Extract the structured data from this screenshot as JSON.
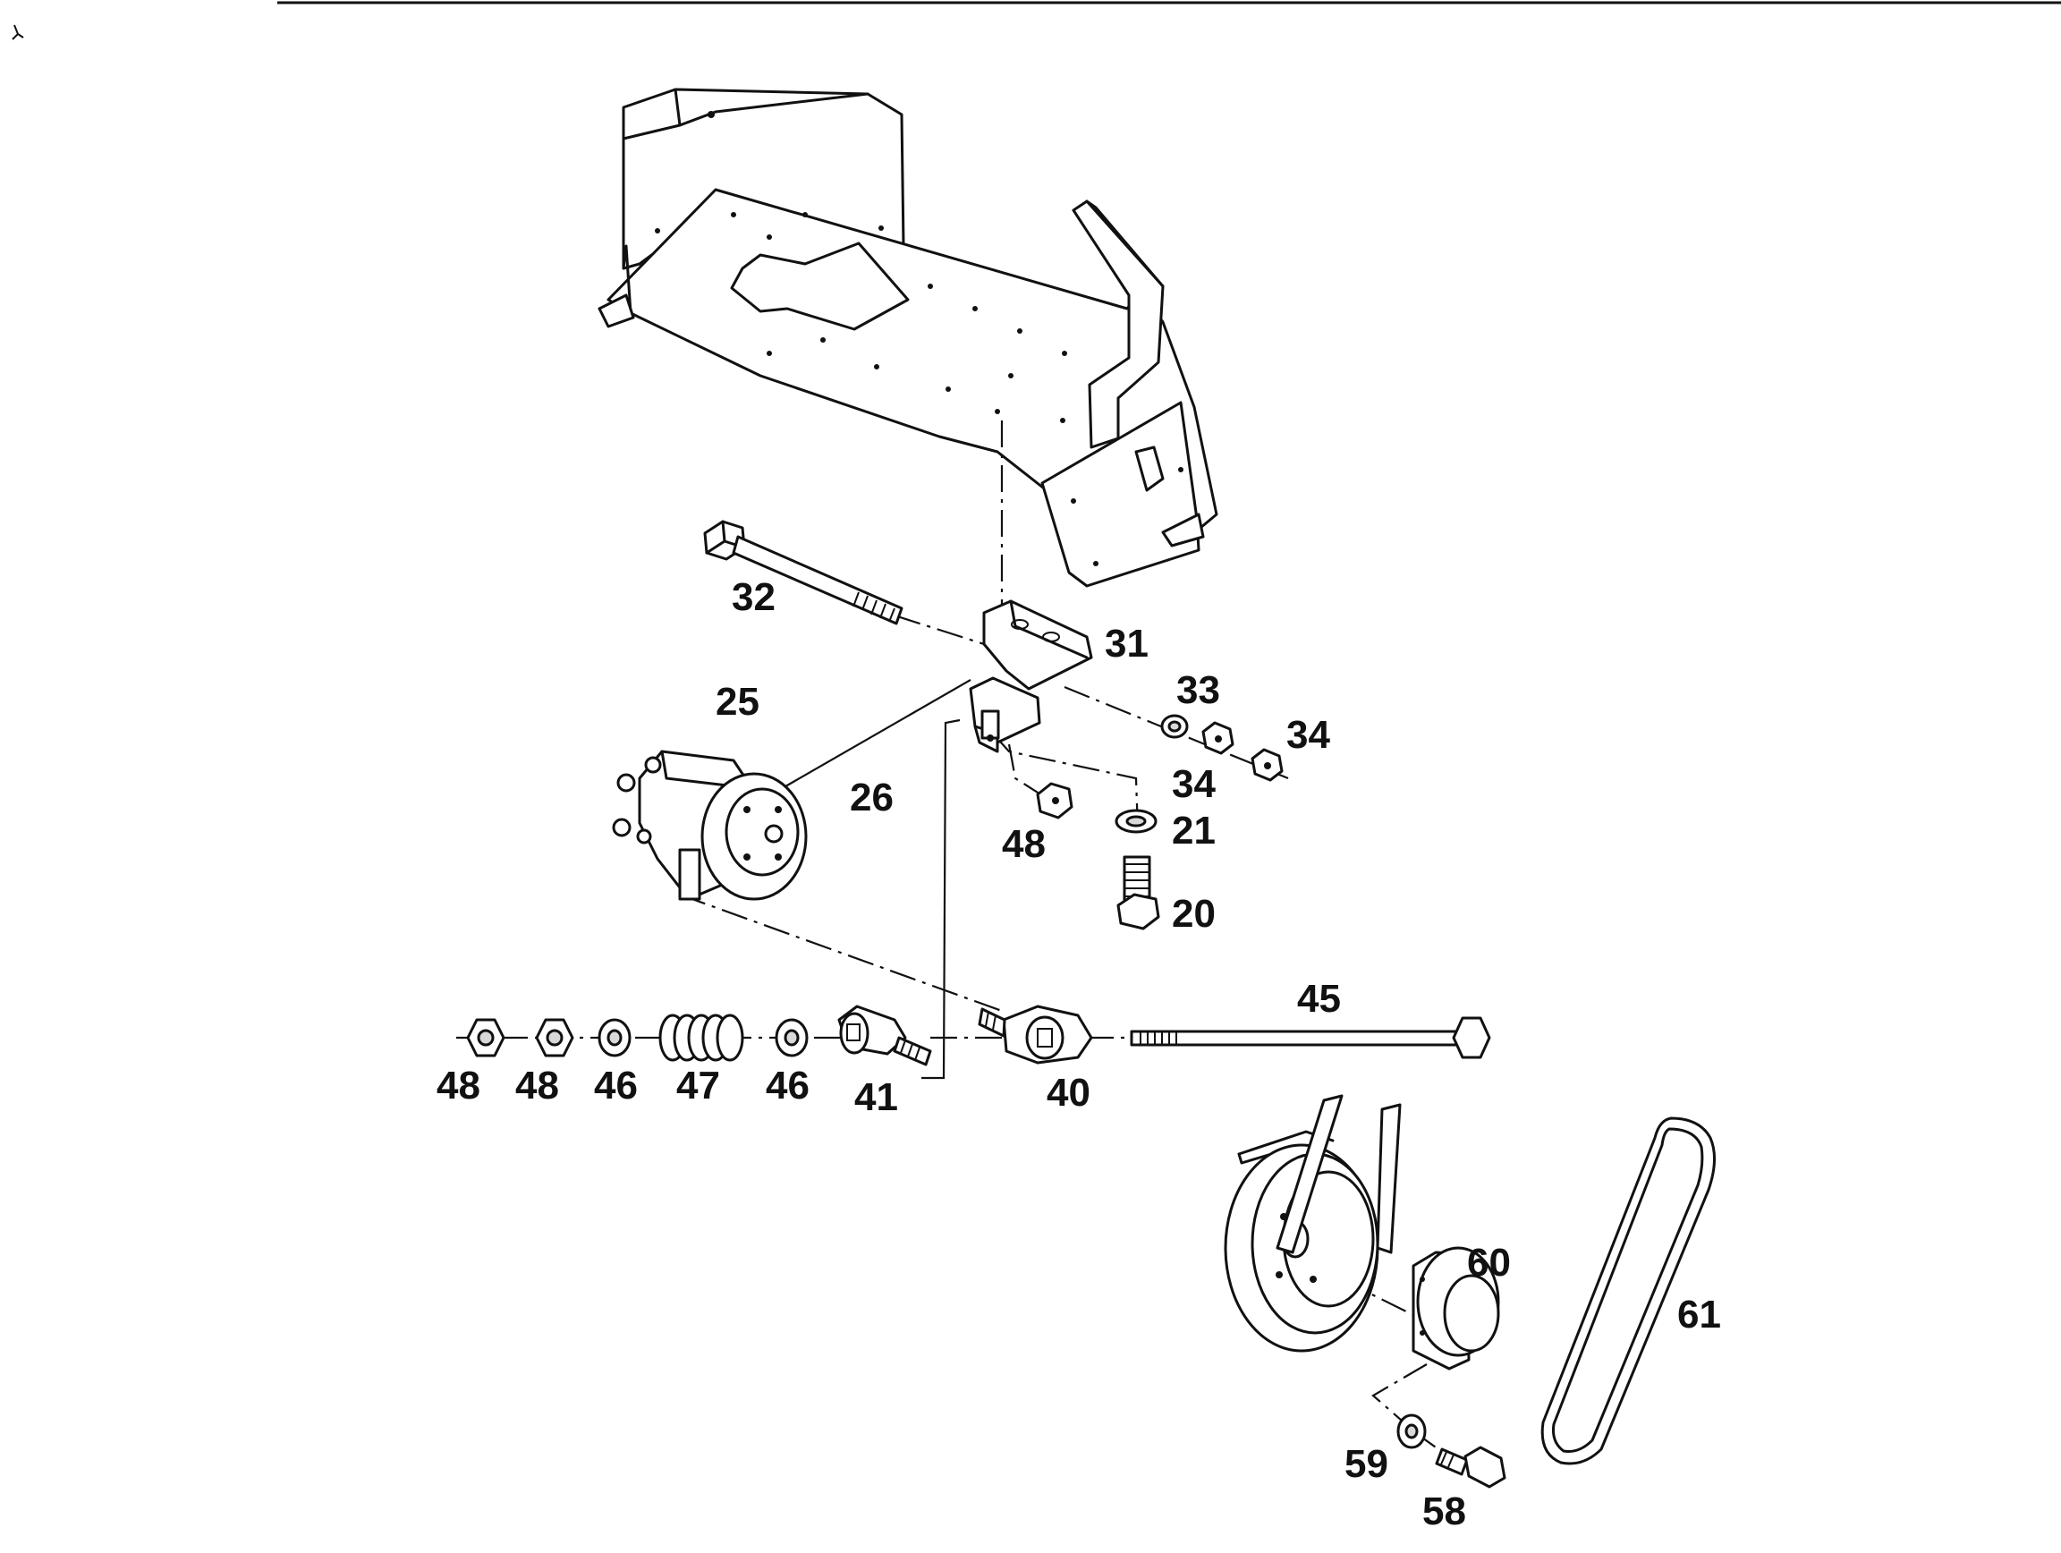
{
  "labels": {
    "p20": "20",
    "p21": "21",
    "p25": "25",
    "p26": "26",
    "p31": "31",
    "p32": "32",
    "p33": "33",
    "p34a": "34",
    "p34b": "34",
    "p40": "40",
    "p41": "41",
    "p45": "45",
    "p46a": "46",
    "p46b": "46",
    "p47": "47",
    "p48a": "48",
    "p48b": "48",
    "p48c": "48",
    "p58": "58",
    "p59": "59",
    "p60": "60",
    "p61": "61"
  }
}
